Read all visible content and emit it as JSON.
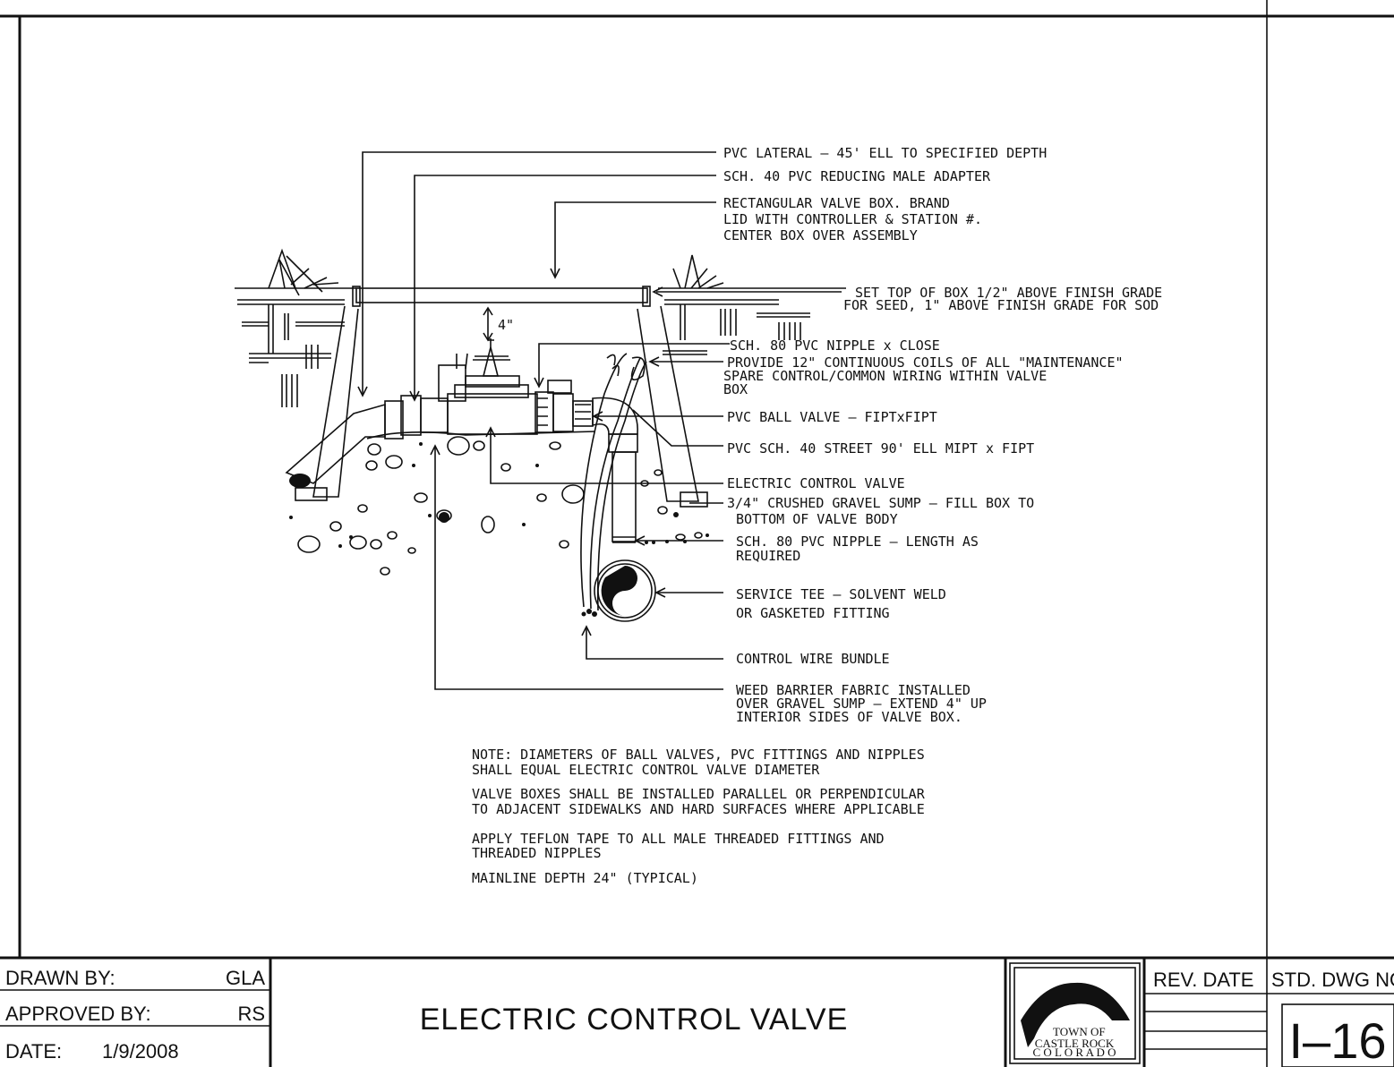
{
  "callouts": {
    "c1": [
      "PVC LATERAL – 45' ELL TO SPECIFIED DEPTH"
    ],
    "c2": [
      "SCH. 40 PVC REDUCING MALE ADAPTER"
    ],
    "c3": [
      "RECTANGULAR VALVE BOX. BRAND",
      "LID WITH CONTROLLER & STATION #.",
      "CENTER BOX OVER ASSEMBLY"
    ],
    "c4": [
      "SET TOP OF BOX 1/2\" ABOVE FINISH GRADE",
      "FOR SEED, 1\" ABOVE FINISH GRADE FOR SOD"
    ],
    "c5": [
      "SCH. 80 PVC NIPPLE x CLOSE"
    ],
    "c6": [
      "PROVIDE 12\" CONTINUOUS COILS OF ALL \"MAINTENANCE\"",
      "SPARE CONTROL/COMMON WIRING WITHIN VALVE",
      "BOX"
    ],
    "c7": [
      "PVC BALL VALVE – FIPTxFIPT"
    ],
    "c8": [
      "PVC SCH. 40 STREET 90' ELL MIPT x FIPT"
    ],
    "c9": [
      "ELECTRIC CONTROL VALVE"
    ],
    "c10": [
      "3/4\" CRUSHED GRAVEL SUMP – FILL BOX TO",
      "BOTTOM OF VALVE BODY"
    ],
    "c11": [
      "SCH. 80 PVC NIPPLE – LENGTH AS",
      "REQUIRED"
    ],
    "c12": [
      "SERVICE TEE – SOLVENT WELD",
      "OR GASKETED FITTING"
    ],
    "c13": [
      "CONTROL WIRE BUNDLE"
    ],
    "c14": [
      "WEED BARRIER FABRIC INSTALLED",
      "OVER GRAVEL SUMP – EXTEND 4\" UP",
      "INTERIOR SIDES OF VALVE BOX."
    ]
  },
  "dimension": "4\"",
  "notes": [
    [
      "NOTE:  DIAMETERS OF BALL VALVES, PVC FITTINGS AND NIPPLES",
      "SHALL EQUAL ELECTRIC CONTROL VALVE DIAMETER"
    ],
    [
      "VALVE BOXES SHALL BE INSTALLED PARALLEL OR PERPENDICULAR",
      "TO ADJACENT SIDEWALKS AND HARD SURFACES WHERE APPLICABLE"
    ],
    [
      "APPLY TEFLON TAPE TO ALL MALE THREADED FITTINGS AND",
      "THREADED NIPPLES"
    ],
    [
      "MAINLINE DEPTH 24\" (TYPICAL)"
    ]
  ],
  "title_block": {
    "drawn_by_label": "DRAWN BY:",
    "drawn_by_value": "GLA",
    "approved_by_label": "APPROVED BY:",
    "approved_by_value": "RS",
    "date_label": "DATE:",
    "date_value": "1/9/2008",
    "title": "ELECTRIC CONTROL VALVE",
    "logo_small": "TOWN OF",
    "logo_main": "CASTLE ROCK",
    "logo_sub": "C O L O R A D O",
    "rev_date_label": "REV. DATE",
    "std_dwg_label": "STD. DWG NO.",
    "std_dwg_value": "I–16"
  }
}
